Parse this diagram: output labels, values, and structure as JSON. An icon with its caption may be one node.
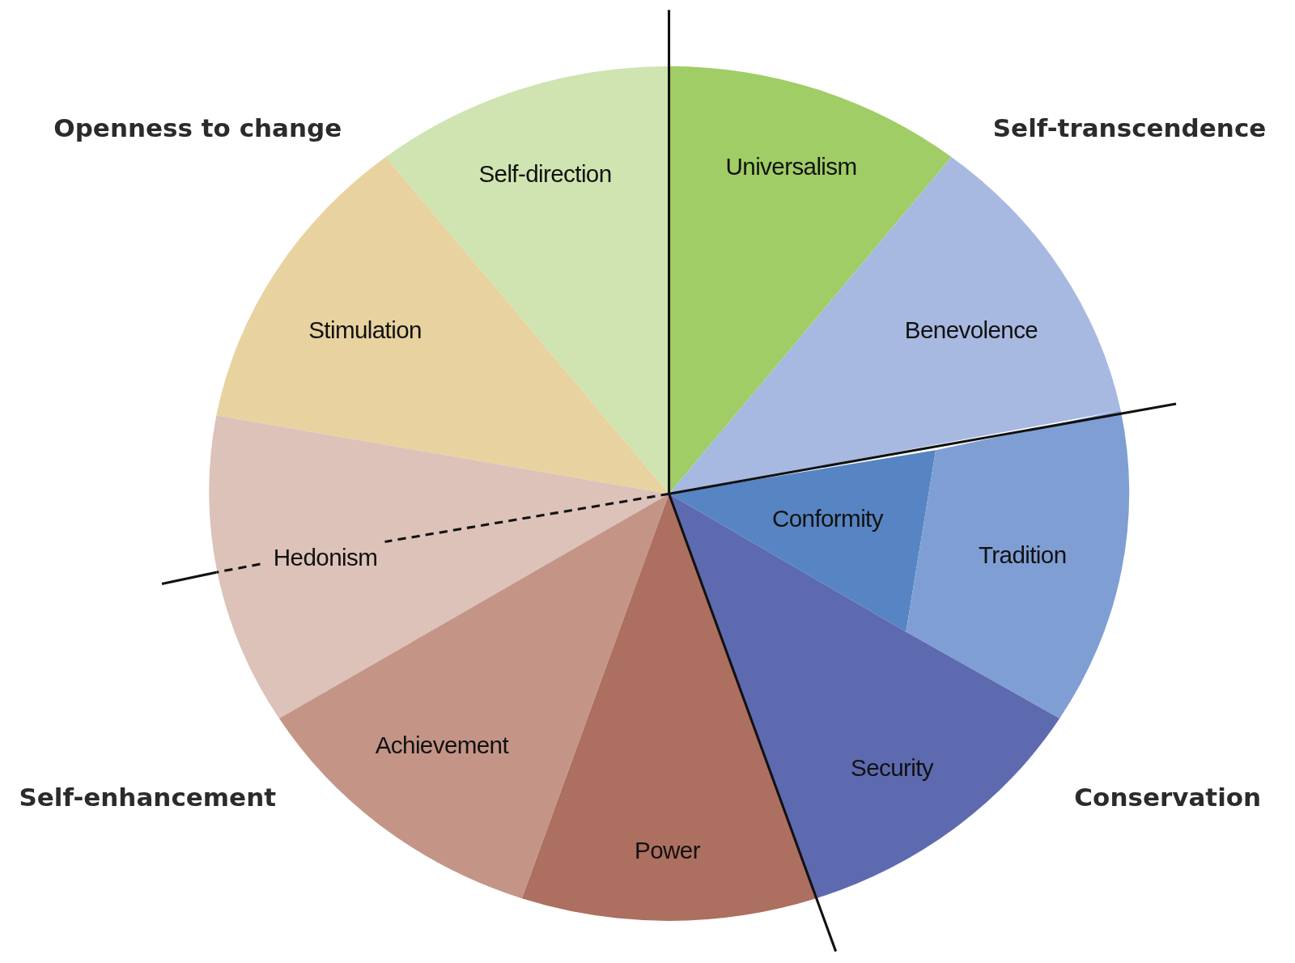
{
  "diagram": {
    "nodes": [
      {
        "text": [
          "Self-direction"
        ]
      },
      {
        "text": [
          "Universalism"
        ]
      },
      {
        "text": [
          "Stimulation"
        ]
      },
      {
        "text": [
          "Benevolence"
        ]
      },
      {
        "text": [
          "Conformity"
        ]
      },
      {
        "text": [
          "Tradition"
        ]
      },
      {
        "text": [
          "Hedonism"
        ]
      },
      {
        "text": [
          "Achievement"
        ]
      },
      {
        "text": [
          "Security"
        ]
      },
      {
        "text": [
          "Power"
        ]
      }
    ],
    "labels": [
      "Openness to change",
      "Self-transcendence",
      "Self-enhancement",
      "Conservation"
    ]
  }
}
